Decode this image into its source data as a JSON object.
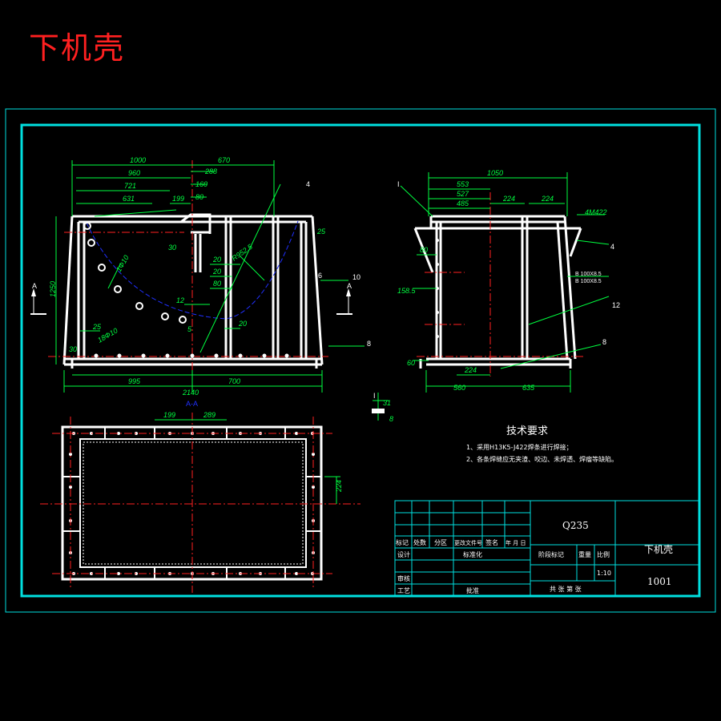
{
  "title": "下机壳",
  "colors": {
    "frame": "#00e0e0",
    "outline": "#ffffff",
    "dimension": "#00ff40",
    "centerline": "#ff2020",
    "arc": "#2030ff",
    "title": "#ff2020"
  },
  "front_view": {
    "dims_top": [
      "1000",
      "960",
      "721",
      "631",
      "670",
      "288",
      "199",
      "160",
      "80"
    ],
    "dims_bottom": [
      "995",
      "700",
      "2140"
    ],
    "dims_inner": [
      "20",
      "30",
      "20",
      "80",
      "20",
      "12",
      "5",
      "25",
      "30",
      "25"
    ],
    "height": "1250",
    "radius": "R952.5",
    "hole_spec_1": "1Ф10",
    "hole_spec_2": "18Ф10",
    "section_marks": [
      "A",
      "A"
    ],
    "weld_marks": [
      "4",
      "6",
      "10",
      "8"
    ]
  },
  "side_view": {
    "dims_top": [
      "1050",
      "553",
      "527",
      "485",
      "224",
      "224"
    ],
    "dims_bottom": [
      "224",
      "560",
      "635"
    ],
    "dims_left": [
      "80",
      "158.5",
      "60"
    ],
    "section_label": "I",
    "weld_marks": [
      "4",
      "12",
      "8"
    ],
    "note_top": "4M422",
    "notes_side": [
      "B 100X8.5",
      "B 100X8.5"
    ]
  },
  "plan_view": {
    "dims": [
      "199",
      "289",
      "224"
    ],
    "view_label": "A-A"
  },
  "detail": {
    "label": "I",
    "dim": "8",
    "dim2": "31"
  },
  "tech_requirements": {
    "heading": "技术要求",
    "items": [
      "1、采用H13K5-J422焊条进行焊接；",
      "2、各条焊缝应无夹渣、咬边、未焊透、焊瘤等缺陷。"
    ]
  },
  "title_block": {
    "material": "Q235",
    "part_name": "下机壳",
    "drawing_no": "1001",
    "scale": "1:10",
    "row_marks": [
      "标记",
      "处数",
      "分区",
      "更改文件号",
      "签名",
      "年 月 日"
    ],
    "design": "设计",
    "standardize": "标准化",
    "stage_mark": "阶段标记",
    "weight": "重量",
    "ratio": "比例",
    "check": "审核",
    "process": "工艺",
    "approve": "批准",
    "sheets": "共 张  第 张"
  }
}
